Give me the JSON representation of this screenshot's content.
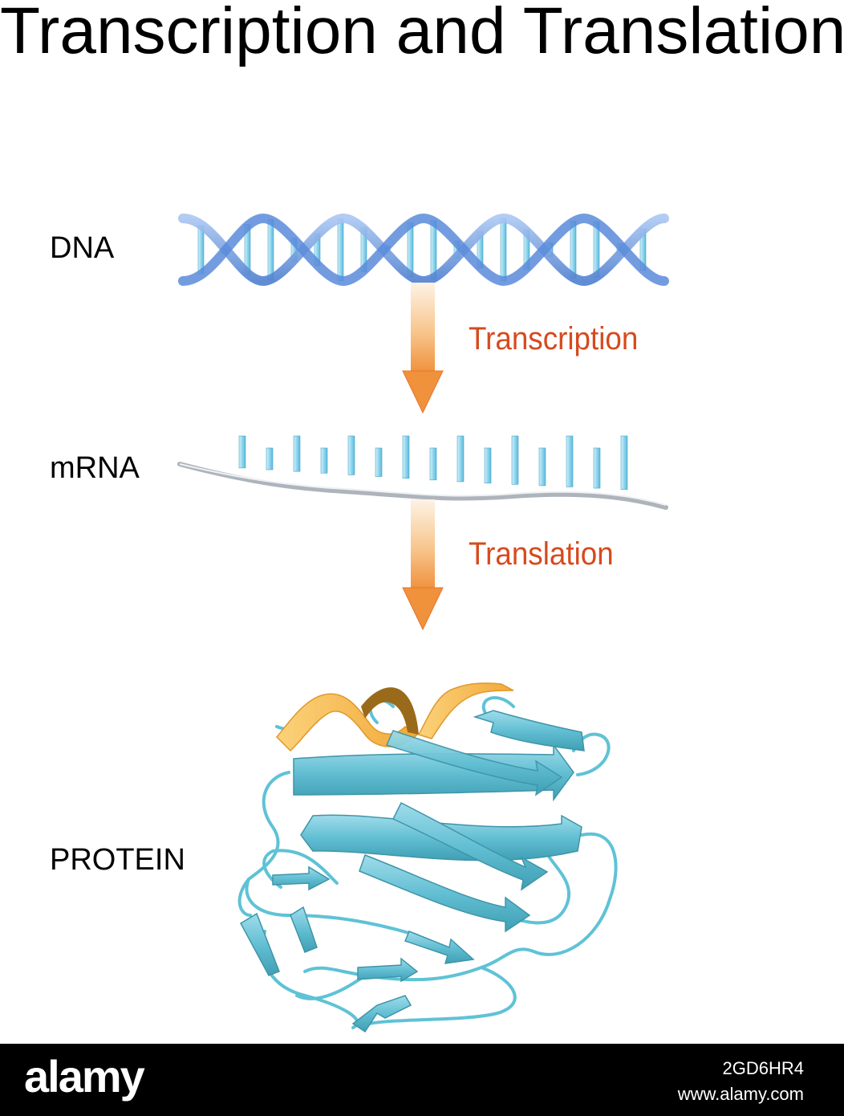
{
  "title": "Transcription and Translation",
  "stages": {
    "dna": "DNA",
    "mrna": "mRNA",
    "protein": "PROTEIN"
  },
  "steps": {
    "transcription": "Transcription",
    "translation": "Translation"
  },
  "footer": {
    "logo": "alamy",
    "image_id": "2GD6HR4",
    "site": "www.alamy.com"
  },
  "colors": {
    "dna_strand": "#6f9de0",
    "base_pair": "#8fd6ee",
    "arrow_top": "#fbe5c8",
    "arrow_bottom": "#f0913c",
    "step_label": "#d64a1e",
    "protein_sheet": "#67c3d5",
    "protein_helix": "#f5b84a"
  }
}
